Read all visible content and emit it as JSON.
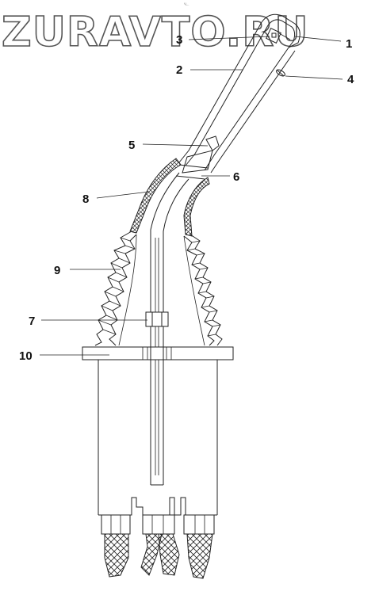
{
  "watermark": "ZURAVTO.RU",
  "top_mark": "Ч...",
  "callouts": [
    {
      "id": "1",
      "text": "1"
    },
    {
      "id": "2",
      "text": "2"
    },
    {
      "id": "3",
      "text": "3"
    },
    {
      "id": "4",
      "text": "4"
    },
    {
      "id": "5",
      "text": "5"
    },
    {
      "id": "6",
      "text": "6"
    },
    {
      "id": "7",
      "text": "7"
    },
    {
      "id": "8",
      "text": "8"
    },
    {
      "id": "9",
      "text": "9"
    },
    {
      "id": "10",
      "text": "10"
    }
  ]
}
